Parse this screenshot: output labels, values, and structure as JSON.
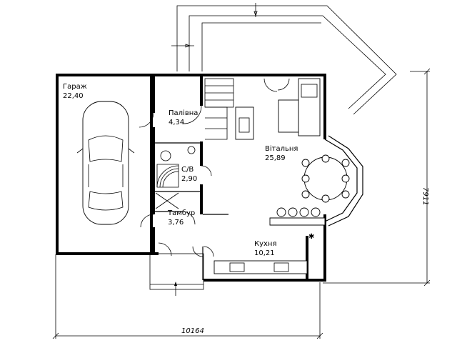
{
  "rooms": {
    "garage": {
      "name": "Гараж",
      "area": "22,40"
    },
    "boiler": {
      "name": "Палівна",
      "area": "4,34"
    },
    "bathroom": {
      "name": "С/В",
      "area": "2,90"
    },
    "vestibule": {
      "name": "Тамбур",
      "area": "3,76"
    },
    "living": {
      "name": "Вітальня",
      "area": "25,89"
    },
    "kitchen": {
      "name": "Кухня",
      "area": "10,21"
    }
  },
  "dimensions": {
    "width": "10164",
    "height": "7911"
  },
  "colors": {
    "line": "#000000",
    "background": "#ffffff"
  }
}
